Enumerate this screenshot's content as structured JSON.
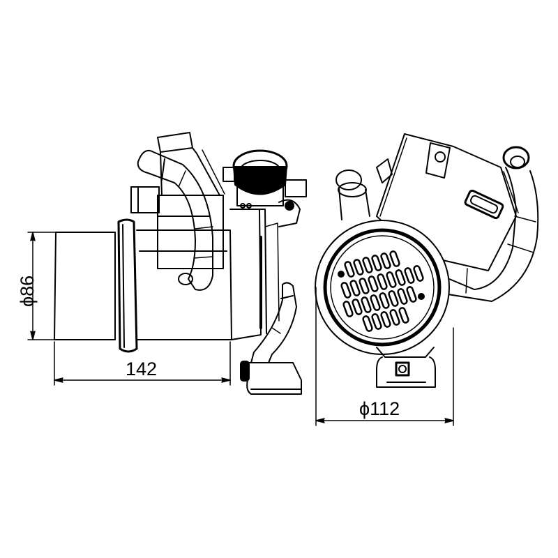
{
  "drawing": {
    "subject": "EGR cooler technical drawing",
    "views": [
      {
        "name": "side-view",
        "description": "side view with round inlet housing, coolant hose and bracket"
      },
      {
        "name": "end-view",
        "description": "end view showing circular core with tube matrix, box housing and hoses"
      }
    ],
    "line_color": "#000000",
    "background_color": "#ffffff"
  },
  "dimensions": {
    "diameter_86": "ϕ86",
    "length_142": "142",
    "diameter_112": "ϕ112"
  }
}
